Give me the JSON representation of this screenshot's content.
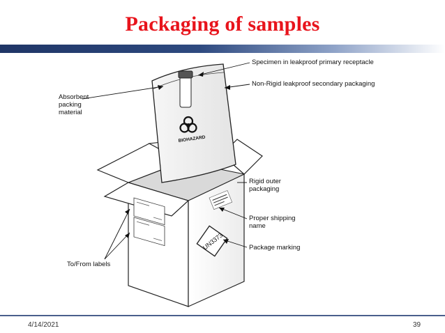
{
  "slide": {
    "title": "Packaging of samples",
    "date": "4/14/2021",
    "page_number": "39"
  },
  "diagram": {
    "callouts": {
      "specimen": "Specimen in leakproof primary receptacle",
      "secondary": "Non-Rigid leakproof secondary packaging",
      "absorbent": "Absorbent\npacking\nmaterial",
      "rigid_outer": "Rigid outer\npackaging",
      "shipping_name": "Proper shipping\nname",
      "package_marking": "Package marking",
      "to_from": "To/From labels"
    },
    "bag_text": "BIOHAZARD",
    "un_marking": "UN3373"
  },
  "colors": {
    "title": "#e8141c",
    "bar_left": "#1f3566",
    "bar_right": "#ffffff",
    "rule": "#4a5f8c"
  }
}
